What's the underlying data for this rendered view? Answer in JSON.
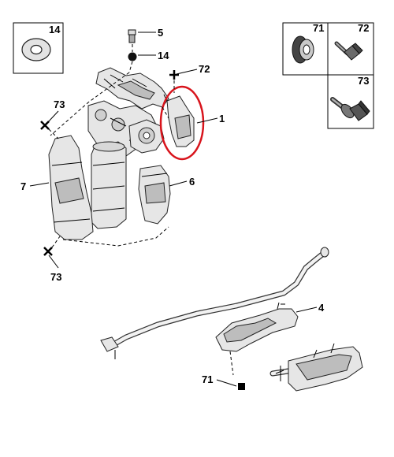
{
  "diagram": {
    "labels": {
      "part_1": "1",
      "part_4": "4",
      "part_5": "5",
      "part_6": "6",
      "part_7": "7",
      "part_14_box": "14",
      "part_14_callout": "14",
      "part_71_box": "71",
      "part_71_callout": "71",
      "part_72_box": "72",
      "part_72_callout": "72",
      "part_73_box": "73",
      "part_73_top": "73",
      "part_73_bottom": "73"
    },
    "colors": {
      "highlight": "#d8141c",
      "outline": "#222222"
    }
  }
}
